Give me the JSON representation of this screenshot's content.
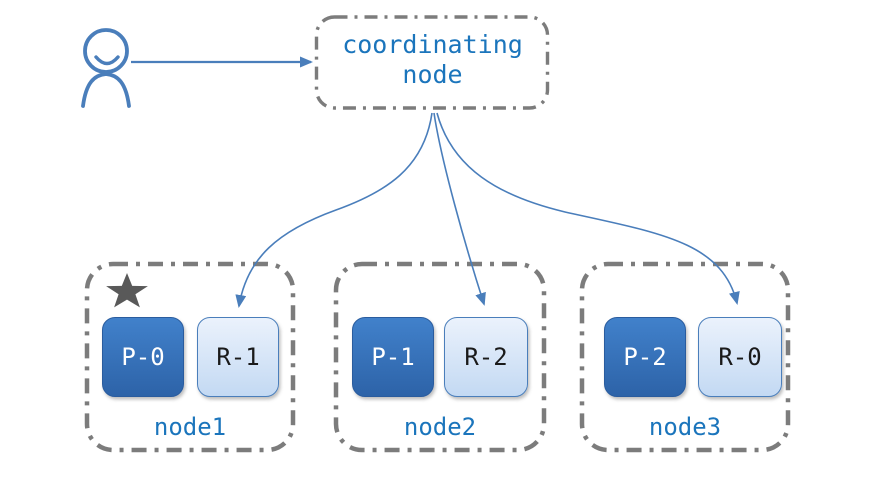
{
  "client": {
    "icon": "person-icon",
    "request_arrow": {
      "from": "client",
      "to": "coordinating node"
    }
  },
  "coordinating_node": {
    "label": "coordinating node"
  },
  "nodes": [
    {
      "name": "node1",
      "master": true,
      "master_icon": "star-icon",
      "shards": [
        {
          "label": "P-0",
          "kind": "primary"
        },
        {
          "label": "R-1",
          "kind": "replica"
        }
      ]
    },
    {
      "name": "node2",
      "master": false,
      "shards": [
        {
          "label": "P-1",
          "kind": "primary"
        },
        {
          "label": "R-2",
          "kind": "replica"
        }
      ]
    },
    {
      "name": "node3",
      "master": false,
      "shards": [
        {
          "label": "P-2",
          "kind": "primary"
        },
        {
          "label": "R-0",
          "kind": "replica"
        }
      ]
    }
  ],
  "arrows": [
    {
      "from": "client",
      "to": "coordinating node"
    },
    {
      "from": "coordinating node",
      "to": "R-1"
    },
    {
      "from": "coordinating node",
      "to": "R-2"
    },
    {
      "from": "coordinating node",
      "to": "R-0"
    }
  ],
  "colors": {
    "primary_shard_top": "#4181cb",
    "primary_shard_bottom": "#2d63a8",
    "replica_shard_top": "#ebf2fc",
    "replica_shard_bottom": "#c3d9f3",
    "shard_border": "#4a7ebb",
    "arrow_blue": "#4a7ebb",
    "label_blue": "#1b75bc",
    "dash_border_gray": "#7c7c7c",
    "star_gray": "#595959"
  }
}
